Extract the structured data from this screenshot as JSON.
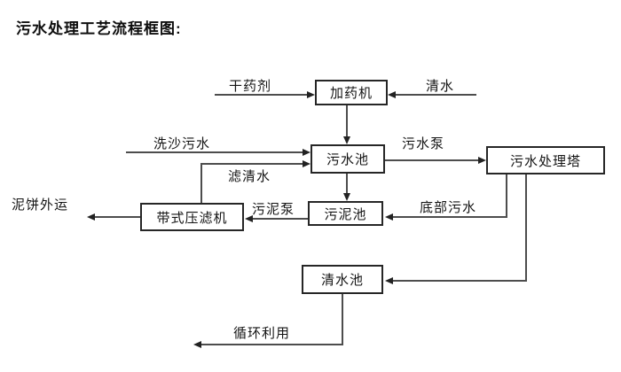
{
  "title": "污水处理工艺流程框图:",
  "nodes": {
    "dosing_machine": "加药机",
    "sewage_pool": "污水池",
    "treatment_tower": "污水处理塔",
    "sludge_pool": "污泥池",
    "belt_filter_press": "带式压滤机",
    "clean_water_pool": "清水池"
  },
  "labels": {
    "dry_agent": "干药剂",
    "clean_water_in": "清水",
    "sand_wash_sewage": "洗沙污水",
    "filtered_water": "滤清水",
    "sewage_pump": "污水泵",
    "sludge_pump": "污泥泵",
    "mud_cake_out": "泥饼外运",
    "bottom_sewage": "底部污水",
    "recycle_use": "循环利用"
  },
  "flows": [
    "干药剂 → 加药机",
    "清水 → 加药机",
    "加药机 → 污水池",
    "洗沙污水 → 污水池",
    "带式压滤机 →(滤清水)→ 污水池",
    "污水池 →(污水泵)→ 污水处理塔",
    "污水池 → 污泥池",
    "污水处理塔 →(底部污水)→ 污泥池",
    "污泥池 →(污泥泵)→ 带式压滤机",
    "带式压滤机 → 泥饼外运",
    "污水处理塔 → 清水池",
    "清水池 → 循环利用"
  ],
  "colors": {
    "background": "#ffffff",
    "line": "#4d4d4d",
    "box_border": "#262626",
    "text": "#141414"
  }
}
